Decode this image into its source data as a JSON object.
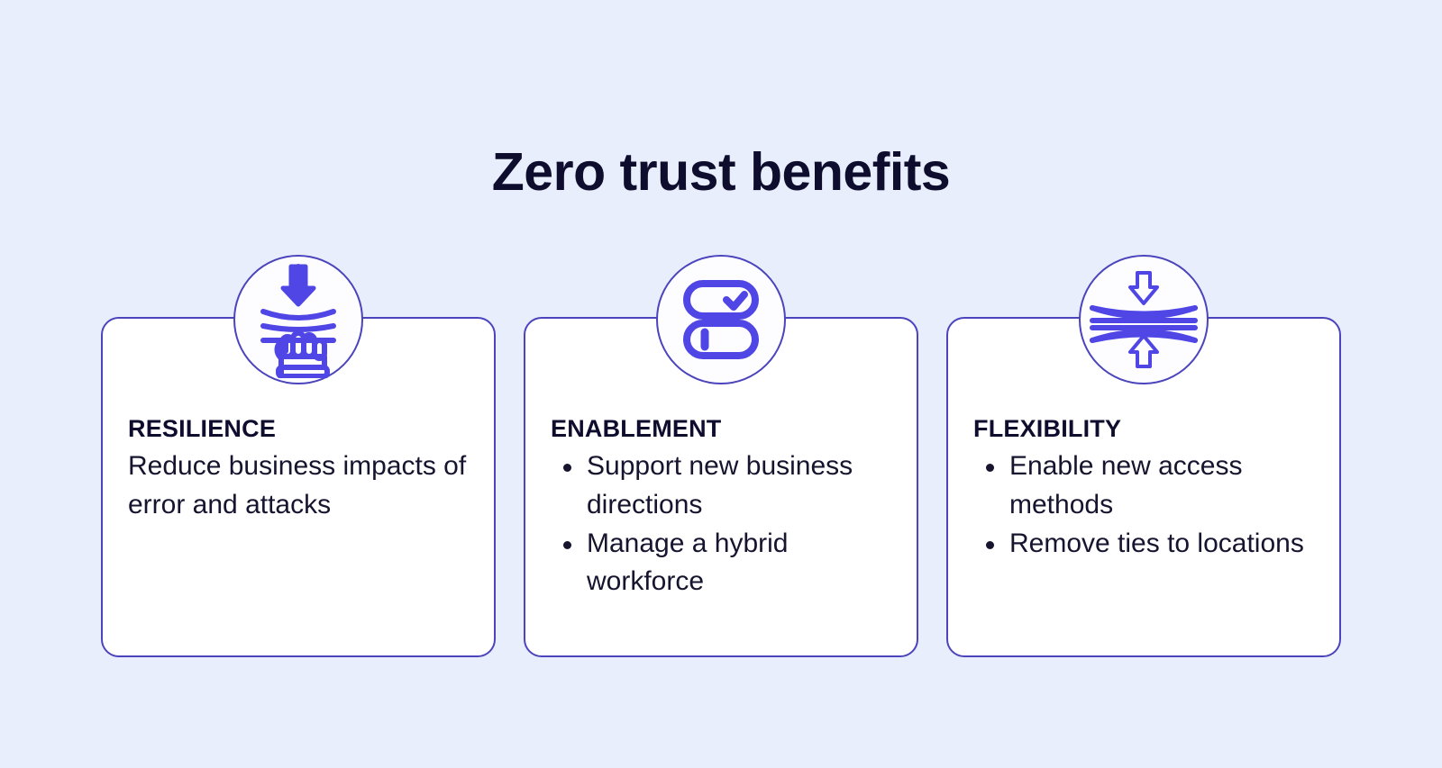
{
  "page": {
    "title": "Zero trust benefits",
    "background_color": "#e8eefc",
    "accent_color": "#4b44bd",
    "icon_color": "#4f46e5",
    "text_color": "#0e0d2e",
    "card_background": "#ffffff"
  },
  "cards": [
    {
      "heading": "RESILIENCE",
      "icon_name": "resilience-icon",
      "icon_description": "down-arrow-pressing-lines-over-fist",
      "bulleted": false,
      "body": "Reduce business impacts of error and attacks",
      "items": []
    },
    {
      "heading": "ENABLEMENT",
      "icon_name": "enablement-icon",
      "icon_description": "stacked-toggle-pills-with-check",
      "bulleted": true,
      "body": "",
      "items": [
        "Support new business directions",
        "Manage a hybrid workforce"
      ]
    },
    {
      "heading": "FLEXIBILITY",
      "icon_name": "flexibility-icon",
      "icon_description": "arrows-compressing-flexible-lines",
      "bulleted": true,
      "body": "",
      "items": [
        "Enable new access methods",
        "Remove ties to locations"
      ]
    }
  ]
}
